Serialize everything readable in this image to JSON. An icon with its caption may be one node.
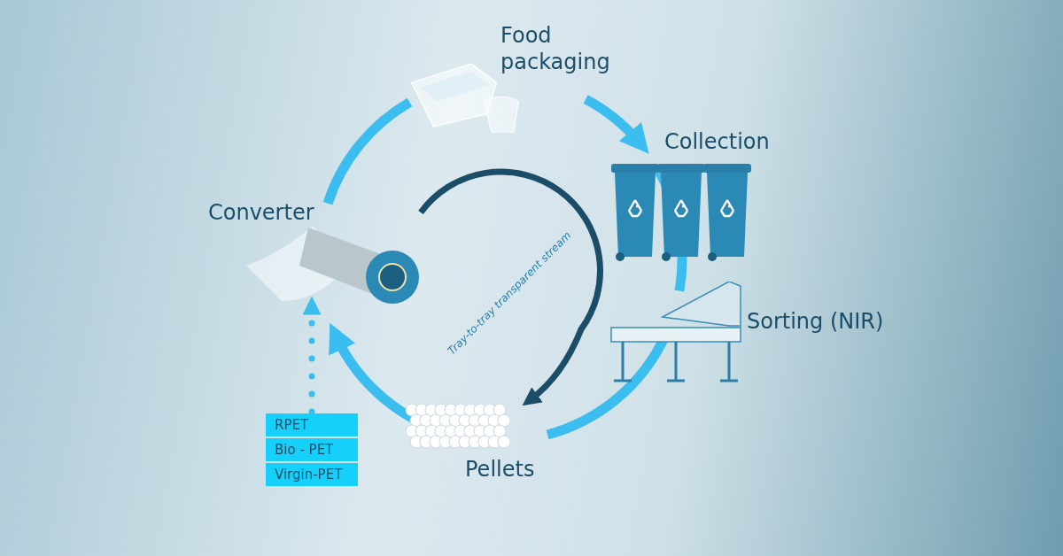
{
  "diagram": {
    "nodes": [
      {
        "text": [
          "Food packaging"
        ]
      },
      {
        "text": [
          "Collection"
        ]
      },
      {
        "text": [
          "Sorting (NIR)"
        ]
      },
      {
        "text": [
          "Pellets"
        ]
      },
      {
        "text": [
          "Converter"
        ]
      },
      {
        "text": [
          "RPET"
        ]
      },
      {
        "text": [
          "Bio - PET"
        ]
      },
      {
        "text": [
          "Virgin-PET"
        ]
      }
    ],
    "edges": [
      {
        "from": 0,
        "to": 1,
        "arrow": "to"
      },
      {
        "from": 1,
        "to": 2,
        "arrow": "none"
      },
      {
        "from": 2,
        "to": 3,
        "arrow": "none"
      },
      {
        "from": 3,
        "to": 4,
        "arrow": "to"
      },
      {
        "from": 4,
        "to": 0,
        "arrow": "none"
      },
      {
        "from": 4,
        "to": 3,
        "arrow": "to",
        "label": "Tray-to-tray transparent stream",
        "color": "#1b4d68"
      },
      {
        "from": 5,
        "to": 4,
        "arrow": "to",
        "style": "dashed"
      }
    ]
  }
}
